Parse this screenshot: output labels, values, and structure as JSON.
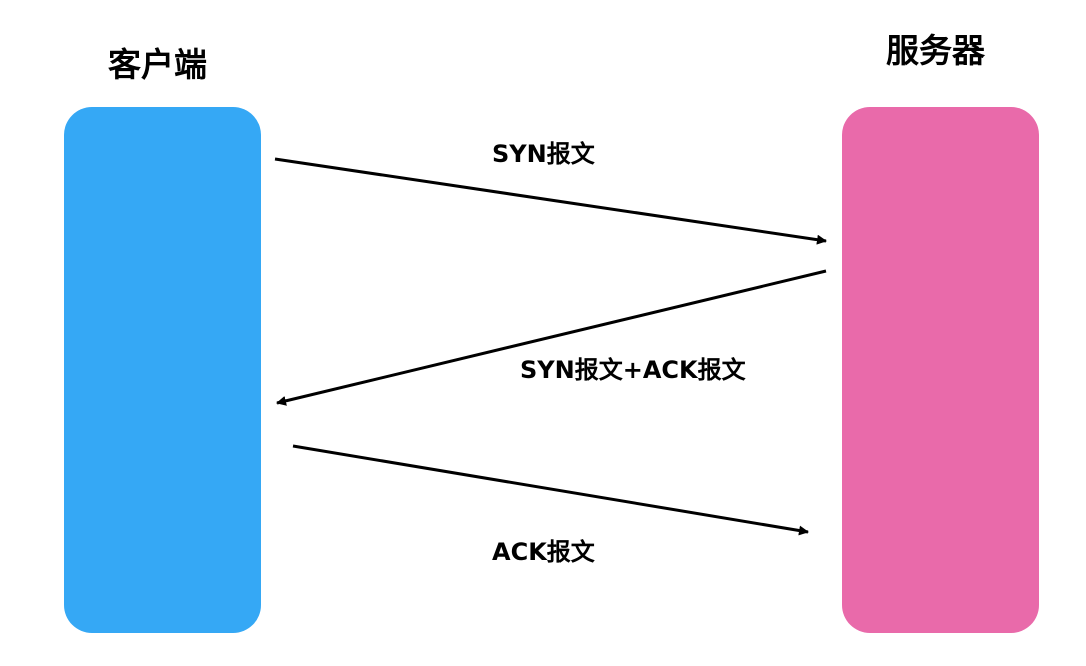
{
  "client": {
    "title": "客户端",
    "color": "#35a8f5"
  },
  "server": {
    "title": "服务器",
    "color": "#e96aaa"
  },
  "messages": [
    {
      "label": "SYN报文",
      "direction": "client-to-server"
    },
    {
      "label": "SYN报文+ACK报文",
      "direction": "server-to-client"
    },
    {
      "label": "ACK报文",
      "direction": "client-to-server"
    }
  ]
}
